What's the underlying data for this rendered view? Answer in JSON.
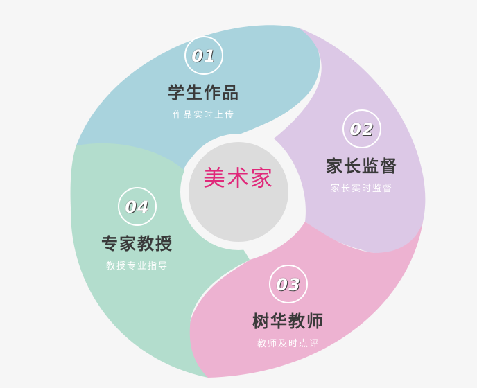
{
  "center": {
    "label": "美术家"
  },
  "segments": [
    {
      "number": "01",
      "title": "学生作品",
      "subtitle": "作品实时上传",
      "color": "#a9d3dd"
    },
    {
      "number": "02",
      "title": "家长监督",
      "subtitle": "家长实时监督",
      "color": "#dcc8e6"
    },
    {
      "number": "03",
      "title": "树华教师",
      "subtitle": "教师及时点评",
      "color": "#edb2d1"
    },
    {
      "number": "04",
      "title": "专家教授",
      "subtitle": "教授专业指导",
      "color": "#b3ddcd"
    }
  ],
  "colors": {
    "background": "#f6f6f6",
    "center_circle": "#dcdcdc",
    "center_text": "#e0287a",
    "title_text": "#3a3a3a",
    "subtitle_text": "#ffffff"
  }
}
